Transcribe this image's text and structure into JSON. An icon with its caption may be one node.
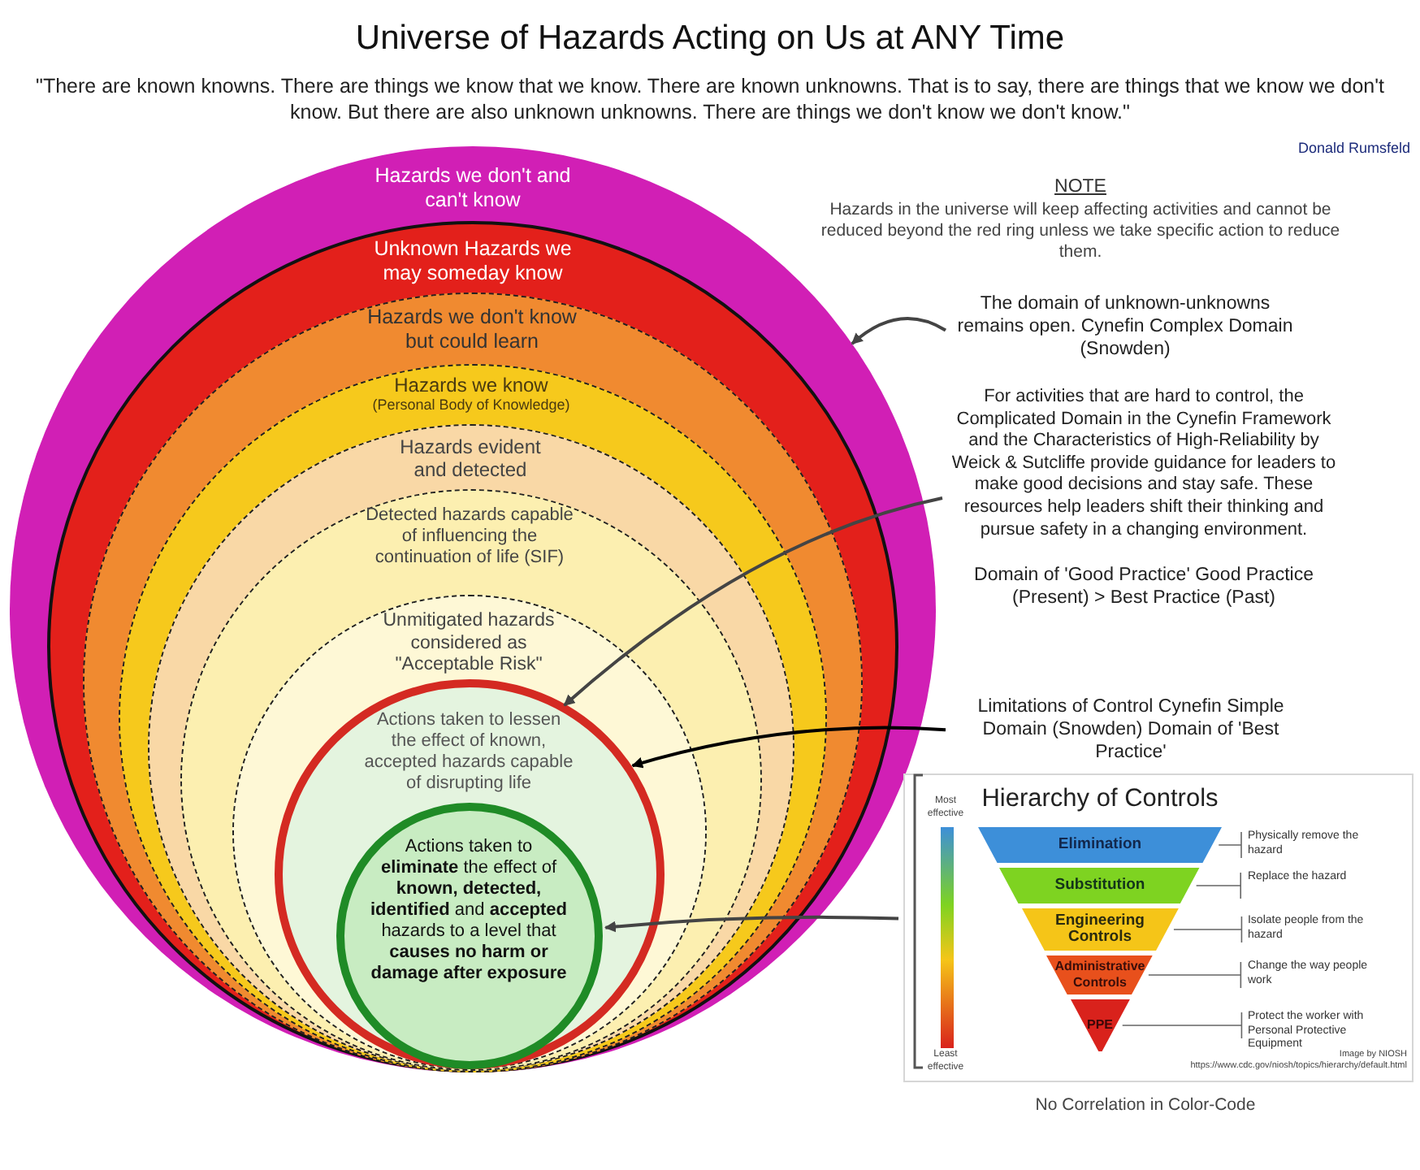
{
  "diagram": {
    "title": "Universe of Hazards Acting on Us at ANY Time",
    "nodes": [
      {
        "text": [
          "Hazards we don't and can't know"
        ]
      },
      {
        "text": [
          "Unknown Hazards we may someday know"
        ],
        "in": 0
      },
      {
        "text": [
          "Hazards we don't know but could learn"
        ],
        "in": 1
      },
      {
        "text": [
          "Hazards we know",
          "(Personal Body of Knowledge)"
        ],
        "in": 2
      },
      {
        "text": [
          "Hazards evident and detected"
        ],
        "in": 3
      },
      {
        "text": [
          "Detected hazards capable of influencing the continuation of life (SIF)"
        ],
        "in": 4
      },
      {
        "text": [
          "Unmitigated hazards considered as \"Acceptable Risk\""
        ],
        "in": 5
      },
      {
        "text": [
          "Actions taken to lessen the effect of known, accepted hazards capable of disrupting life"
        ],
        "in": 6
      },
      {
        "text": [
          "Actions taken to **eliminate** the effect of **known, detected, identified** and **accepted** hazards to a level that **causes no harm or damage after exposure**"
        ],
        "in": 7
      },
      {
        "text": [
          "The domain of unknown-unknowns remains open. Cynefin Complex Domain (Snowden)"
        ]
      },
      {
        "text": [
          "For activities that are hard to control, the Complicated Domain in the Cynefin Framework and the Characteristics of High-Reliability by Weick & Sutcliffe provide guidance for leaders to make good decisions and stay safe. These resources help leaders shift their thinking and pursue safety in a changing environment.",
          "Domain of 'Good Practice' Good Practice (Present) > Best Practice (Past)"
        ]
      },
      {
        "text": [
          "Limitations of Control Cynefin Simple Domain (Snowden) Domain of 'Best Practice'"
        ]
      },
      {
        "text": [
          "Hierarchy of Controls"
        ]
      },
      {
        "text": [
          "Elimination"
        ],
        "in": 12,
        "beside": [
          "Physically remove the hazard"
        ]
      },
      {
        "text": [
          "Substitution"
        ],
        "in": 12,
        "beside": [
          "Replace the hazard"
        ]
      },
      {
        "text": [
          "Engineering Controls"
        ],
        "in": 12,
        "beside": [
          "Isolate people from the hazard"
        ]
      },
      {
        "text": [
          "Administrative Controls"
        ],
        "in": 12,
        "beside": [
          "Change the way people work"
        ]
      },
      {
        "text": [
          "PPE"
        ],
        "in": 12,
        "beside": [
          "Protect the worker with Personal Protective Equipment"
        ]
      }
    ],
    "edges": [
      {
        "from": 9,
        "to": 0,
        "arrow": "to"
      },
      {
        "from": 10,
        "to": 7,
        "arrow": "to"
      },
      {
        "from": 11,
        "to": 7,
        "arrow": "to",
        "color": "#000000"
      },
      {
        "from": 12,
        "to": 8,
        "arrow": "to"
      }
    ],
    "labels": [
      "\"There are known knowns. There are things we know that we know. There are known unknowns. That is to say, there are things that we know we don't know. But there are also unknown unknowns. There are things we don't know we don't know.\"",
      "Donald Rumsfeld",
      "NOTE",
      "Hazards in the universe will keep affecting activities and cannot be reduced beyond the red ring unless we take specific action to reduce them.",
      "Most effective",
      "Least effective",
      "Image by NIOSH",
      "https://www.cdc.gov/niosh/topics/hierarchy/default.html",
      "No Correlation in Color-Code"
    ]
  }
}
